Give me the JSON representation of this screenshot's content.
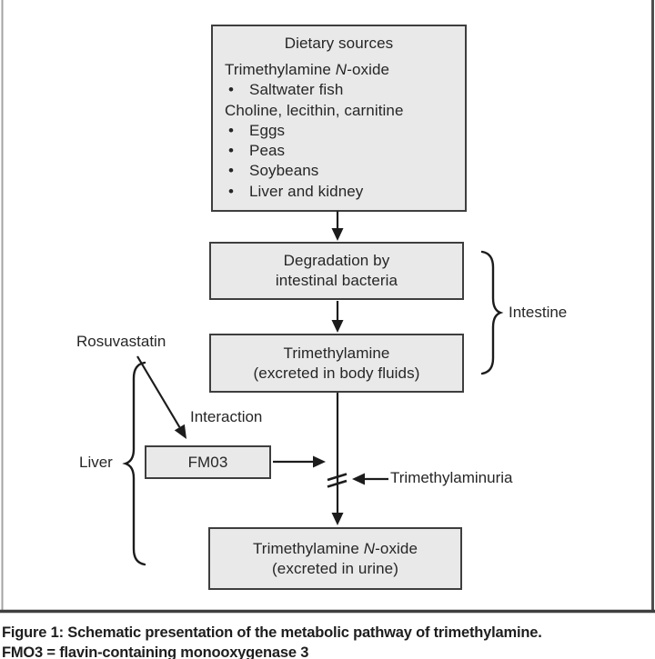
{
  "figure": {
    "type": "flowchart",
    "boxes": {
      "dietary": {
        "title": "Dietary sources",
        "bullet_char": "•",
        "items": [
          {
            "bulleted": false,
            "text": {
              "pre": "Trimethylamine ",
              "italic": "N",
              "post": "-oxide"
            }
          },
          {
            "bulleted": true,
            "text": "Saltwater fish"
          },
          {
            "bulleted": false,
            "text": "Choline, lecithin, carnitine"
          },
          {
            "bulleted": true,
            "text": "Eggs"
          },
          {
            "bulleted": true,
            "text": "Peas"
          },
          {
            "bulleted": true,
            "text": "Soybeans"
          },
          {
            "bulleted": true,
            "text": "Liver and kidney"
          }
        ]
      },
      "degradation": {
        "line1": "Degradation by",
        "line2": "intestinal bacteria"
      },
      "trimethylamine_body_fluids": {
        "line1": "Trimethylamine",
        "line2": "(excreted in body fluids)"
      },
      "fmo3": {
        "label": "FM03"
      },
      "trimethylamine_n_oxide_urine": {
        "line1": {
          "pre": "Trimethylamine ",
          "italic": "N",
          "post": "-oxide"
        },
        "line2": "(excreted in urine)"
      }
    },
    "labels": {
      "intestine": "Intestine",
      "liver": "Liver",
      "rosuvastatin": "Rosuvastatin",
      "interaction": "Interaction",
      "trimethylaminuria": "Trimethylaminuria"
    },
    "caption": {
      "line1": "Figure 1: Schematic presentation of the metabolic pathway of trimethylamine.",
      "line2": "FMO3 = flavin-containing monooxygenase 3"
    },
    "colors": {
      "box_fill": "#e9e9e9",
      "box_border": "#3e3e3e",
      "text": "#262626",
      "line": "#1c1c1c"
    }
  }
}
